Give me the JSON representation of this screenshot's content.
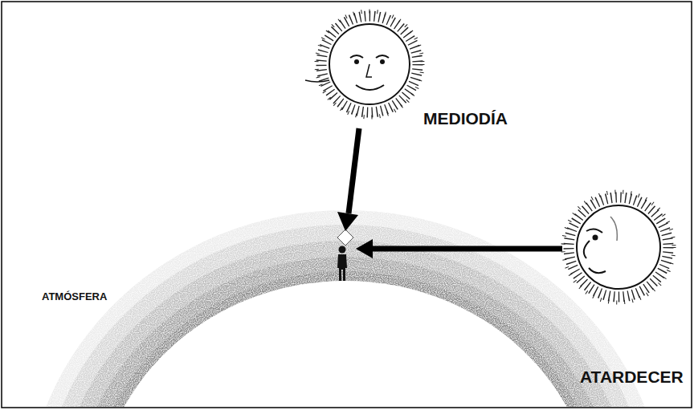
{
  "diagram": {
    "labels": [
      "MEDIODÍA",
      "ATARDECER",
      "ATMÓSFERA"
    ]
  }
}
